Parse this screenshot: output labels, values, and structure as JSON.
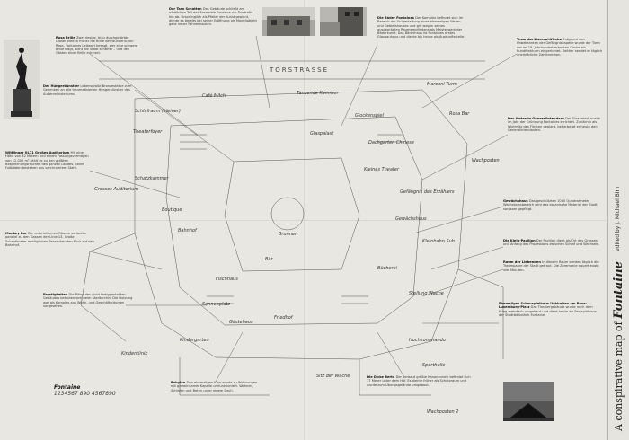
{
  "spine": {
    "title_prefix": "A conspirative map of",
    "title_name": "Fontaine",
    "editor": "edited by J. Michael Birn"
  },
  "header": {
    "street_label": "TORSTRASSE"
  },
  "blocks": {
    "rosa": {
      "title": "Rosa Brille",
      "body": "Zwei riesige, blau durchgefärbte Gläser hielten früher die Brille der wunderlichen Rosa. Fontaines Leitwort besagt, wer eine schwere Brille trägt, sieht die Stadt schärfer – und den Gästen einer Brille erinnert."
    },
    "hungerskuenstler": {
      "title": "Der Hüngerkünstler",
      "body": "Lebensgroße Bronzestatue zum Gedenken an alle traumatisierten Hüngerkünstler des Außenministeriums."
    },
    "tarn": {
      "title": "Der Tarn Schatten",
      "body": "Das Gebäude schließt am nördlichen Teil das Ensemble Fontaine zur Torstraße hin ab. Ursprünglich als Pfeiler der Kunst geplant, diente es bereits bei seiner Eröffnung als Modellobjekt ganz neuer Fahnenbauten."
    },
    "baeder": {
      "title": "Die Bäder Fontaines",
      "body": "Der Komplex befindet sich im Bereich der Unigestaltung eines ehemaligen Waren- und Gebietshauses und gilt wegen seines ausgeprägten Raumempfindens als Meisterwerk der Bäderkunst. Das Bäderhaus ist Fontaines erstes Glasbauhaus und diente bis heute als Auskunftsstelle."
    },
    "marconi": {
      "title": "Turm der Marconi-Kirche",
      "body": "Aufgrund von Unbekannten der Gefängniskapelle wurde der Turm der im 19. Jahrhundert erbauten Kirche als Rundfunkturm eingerichtet. Seither sendet er täglich unerklärliche Zahlenreihen."
    },
    "generalintendant": {
      "title": "Der Amtssitz Generalintendant",
      "body": "Der Glaspalast wurde im Jahr der Gründung Fontaines errichtet. Zunächst als Wohnsitz des Fürsten geplant, beherbergt er heute den Generalintendanten."
    },
    "wittlinger": {
      "title": "Wittlinger XL71 Großes Auditorium",
      "body": "Mit einer Höhe von 32 Metern und einem Fassungsvermögen von 12.000 m³ zählt es zu den größten Besprechungsräumen des ganzen Landes. Seine Fußböden bestehen aus verchromtem Stahl."
    },
    "gewaechshaus": {
      "title": "Gewächshaus",
      "body": "Das geschützten 1000 Quadratmeter Wachstumsbereich wird das botanische Material der Stadt sorgsam gepflegt."
    },
    "monkey": {
      "title": "Monkey Bar",
      "body": "Die unterirdischen Räume verlaufen parallel zu den Gassen der Linie 13. Große Schaufenster ermöglichen Passanten den Blick auf den Bahnhof."
    },
    "kleinbahn": {
      "title": "Die Klein-Pavillon",
      "body": "Der Pavillon dient als Ort des Grusses und Anfang des Prozessions zwischen Schlaf und Wachsein."
    },
    "loewenden": {
      "title": "Raum der Liebenden",
      "body": "In diesem Raum werden täglich die Traumpaare der Stadt getraut. Die Zeremonie dauert exakt vier Minuten."
    },
    "prostigkeiten": {
      "title": "Prostigkeiten",
      "body": "Die Pläne des nicht fertiggestellten Gebäudes befinden sich beim Stadtarchiv. Die Nutzung war als Komplex aus Wohn- und Geschäftsräumen vorgesehen."
    },
    "babylon": {
      "title": "Babylon",
      "body": "Den ehemaligen Kino wurde zu Wohnungen mit gemeinsamer Kapelle umfunktioniert. Wohnen, Schlafen und Beten unter einem Dach."
    },
    "dicke_berta": {
      "title": "Die Dicke Berta",
      "body": "Der verbaut größte Kanonenrohr befindet sich 17 Meter unter dem Hof. Es diente früher als Schutzraum und wurde zum Übungsgelände umgebaut."
    },
    "schauspielhaus": {
      "title": "Ehemaliges Schauspielhaus Unkhalten am Rosa-Luxemburg-Platz",
      "body": "Das Theatergebäude wurde nach dem Krieg mehrfach umgebaut und dient heute als Festspielhaus der Stadtbibliothek Fontaine."
    },
    "fontaine_sig": {
      "title": "Fontaine",
      "body": "1234567 890 4567890"
    }
  },
  "map_labels": [
    "Café Milch",
    "Schlafraum (kleiner)",
    "Marconi-Turm",
    "Tanzende Kammer",
    "Wachposten",
    "Schatzkammer",
    "Gefängnis des Erzählers",
    "Rosa Bar",
    "Dachgarten Chinese",
    "Glaspalast",
    "Boutique",
    "Bär",
    "Kleinbahn Sub",
    "Gewächshaus",
    "Fischhaus",
    "Kindergarten",
    "Friedhof",
    "Sitz der Wache",
    "Hochkommando",
    "Bücherei",
    "Gästehaus",
    "Kinderklinik",
    "Brunnen",
    "Kleines Theater",
    "Grosses Auditorium",
    "Stellung Wache",
    "Bahnhof",
    "Sonnenplatz",
    "Wachposten 2",
    "Glockenspiel",
    "Sporthalle",
    "Theaterfoyer"
  ]
}
